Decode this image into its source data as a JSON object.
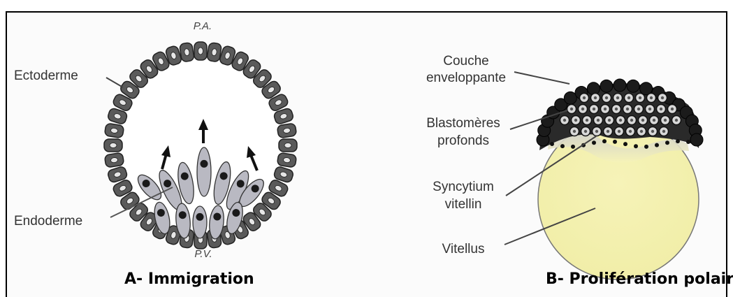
{
  "panel_a": {
    "pole_top": "P.A.",
    "pole_bottom": "P.V.",
    "label_ectoderm": "Ectoderme",
    "label_endoderm": "Endoderme",
    "caption": "A- Immigration"
  },
  "panel_b": {
    "label_layer_1": "Couche",
    "label_layer_2": "enveloppante",
    "label_deep_1": "Blastomères",
    "label_deep_2": "profonds",
    "label_syncytium_1": "Syncytium",
    "label_syncytium_2": "vitellin",
    "label_yolk": "Vitellus",
    "caption": "B- Prolifération polaire"
  },
  "colors": {
    "ectoderm_cell": "#5a5a5a",
    "endoderm_cell": "#b9b9c2",
    "nucleus": "#1a1a1a",
    "yolk": "#f6f3b8",
    "frame": "#000000"
  }
}
